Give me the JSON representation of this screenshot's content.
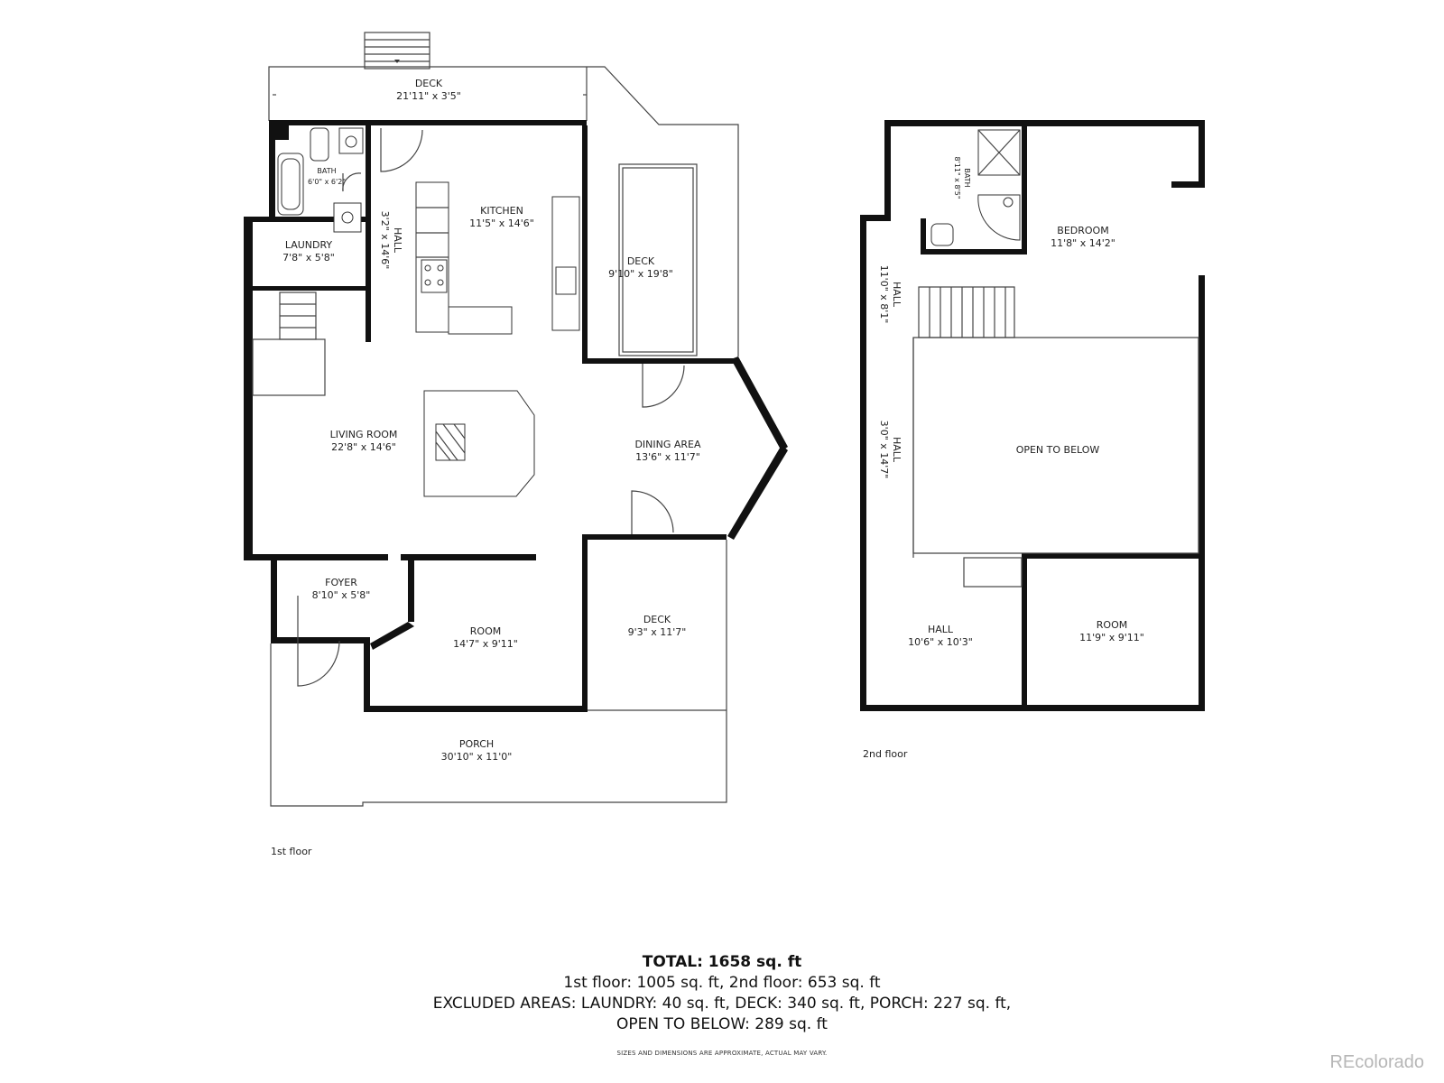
{
  "floor1": {
    "label": "1st floor",
    "rooms": {
      "deck_top": {
        "name": "DECK",
        "dim": "21'11\" x 3'5\""
      },
      "bath": {
        "name": "BATH",
        "dim": "6'0\" x 6'2\""
      },
      "hall": {
        "name": "HALL",
        "dim": "3'2\" x 14'6\""
      },
      "kitchen": {
        "name": "KITCHEN",
        "dim": "11'5\" x 14'6\""
      },
      "deck_right": {
        "name": "DECK",
        "dim": "9'10\" x 19'8\""
      },
      "laundry": {
        "name": "LAUNDRY",
        "dim": "7'8\" x 5'8\""
      },
      "living": {
        "name": "LIVING ROOM",
        "dim": "22'8\" x 14'6\""
      },
      "dining": {
        "name": "DINING AREA",
        "dim": "13'6\" x 11'7\""
      },
      "foyer": {
        "name": "FOYER",
        "dim": "8'10\" x 5'8\""
      },
      "room": {
        "name": "ROOM",
        "dim": "14'7\" x 9'11\""
      },
      "deck_lower": {
        "name": "DECK",
        "dim": "9'3\" x 11'7\""
      },
      "porch": {
        "name": "PORCH",
        "dim": "30'10\" x 11'0\""
      }
    }
  },
  "floor2": {
    "label": "2nd floor",
    "rooms": {
      "bath": {
        "name": "BATH",
        "dim": "8'11\" x 8'5\""
      },
      "bedroom": {
        "name": "BEDROOM",
        "dim": "11'8\" x 14'2\""
      },
      "hall_upper": {
        "name": "HALL",
        "dim": "11'0\" x 8'1\""
      },
      "hall_mid": {
        "name": "HALL",
        "dim": "3'0\" x 14'7\""
      },
      "open": {
        "name": "OPEN TO BELOW"
      },
      "hall_lower": {
        "name": "HALL",
        "dim": "10'6\" x 10'3\""
      },
      "room": {
        "name": "ROOM",
        "dim": "11'9\" x 9'11\""
      }
    }
  },
  "summary": {
    "total": "TOTAL: 1658 sq. ft",
    "line2": "1st floor: 1005 sq. ft, 2nd floor: 653 sq. ft",
    "line3": "EXCLUDED AREAS: LAUNDRY: 40 sq. ft, DECK: 340 sq. ft, PORCH: 227 sq. ft,",
    "line4": "OPEN TO BELOW: 289 sq. ft"
  },
  "disclaimer": "SIZES AND DIMENSIONS ARE APPROXIMATE, ACTUAL MAY VARY.",
  "brand": "REcolorado"
}
